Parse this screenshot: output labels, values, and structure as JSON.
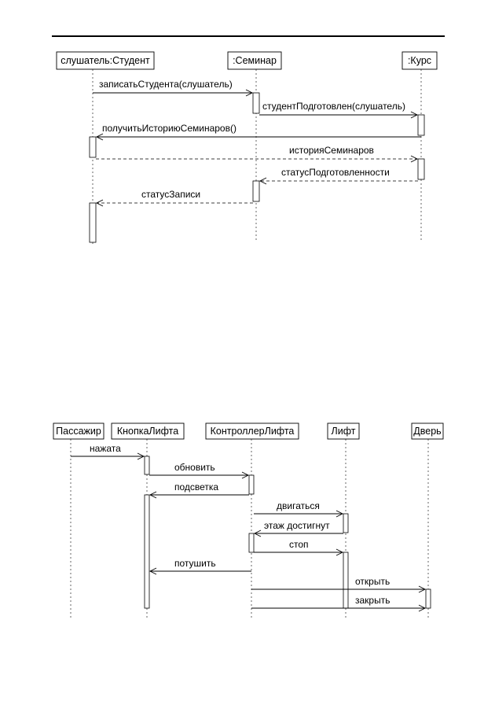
{
  "diagram1": {
    "objects": [
      "слушатель:Студент",
      ":Семинар",
      ":Курс"
    ],
    "messages": [
      "записатьСтудента(слушатель)",
      "студентПодготовлен(слушатель)",
      "получитьИсториюСеминаров()",
      "историяСеминаров",
      "статусПодготовленности",
      "статусЗаписи"
    ]
  },
  "diagram2": {
    "objects": [
      "Пассажир",
      "КнопкаЛифта",
      "КонтроллерЛифта",
      "Лифт",
      "Дверь"
    ],
    "messages": [
      "нажата",
      "обновить",
      "подсветка",
      "двигаться",
      "этаж достигнут",
      "стоп",
      "потушить",
      "открыть",
      "закрыть"
    ]
  }
}
